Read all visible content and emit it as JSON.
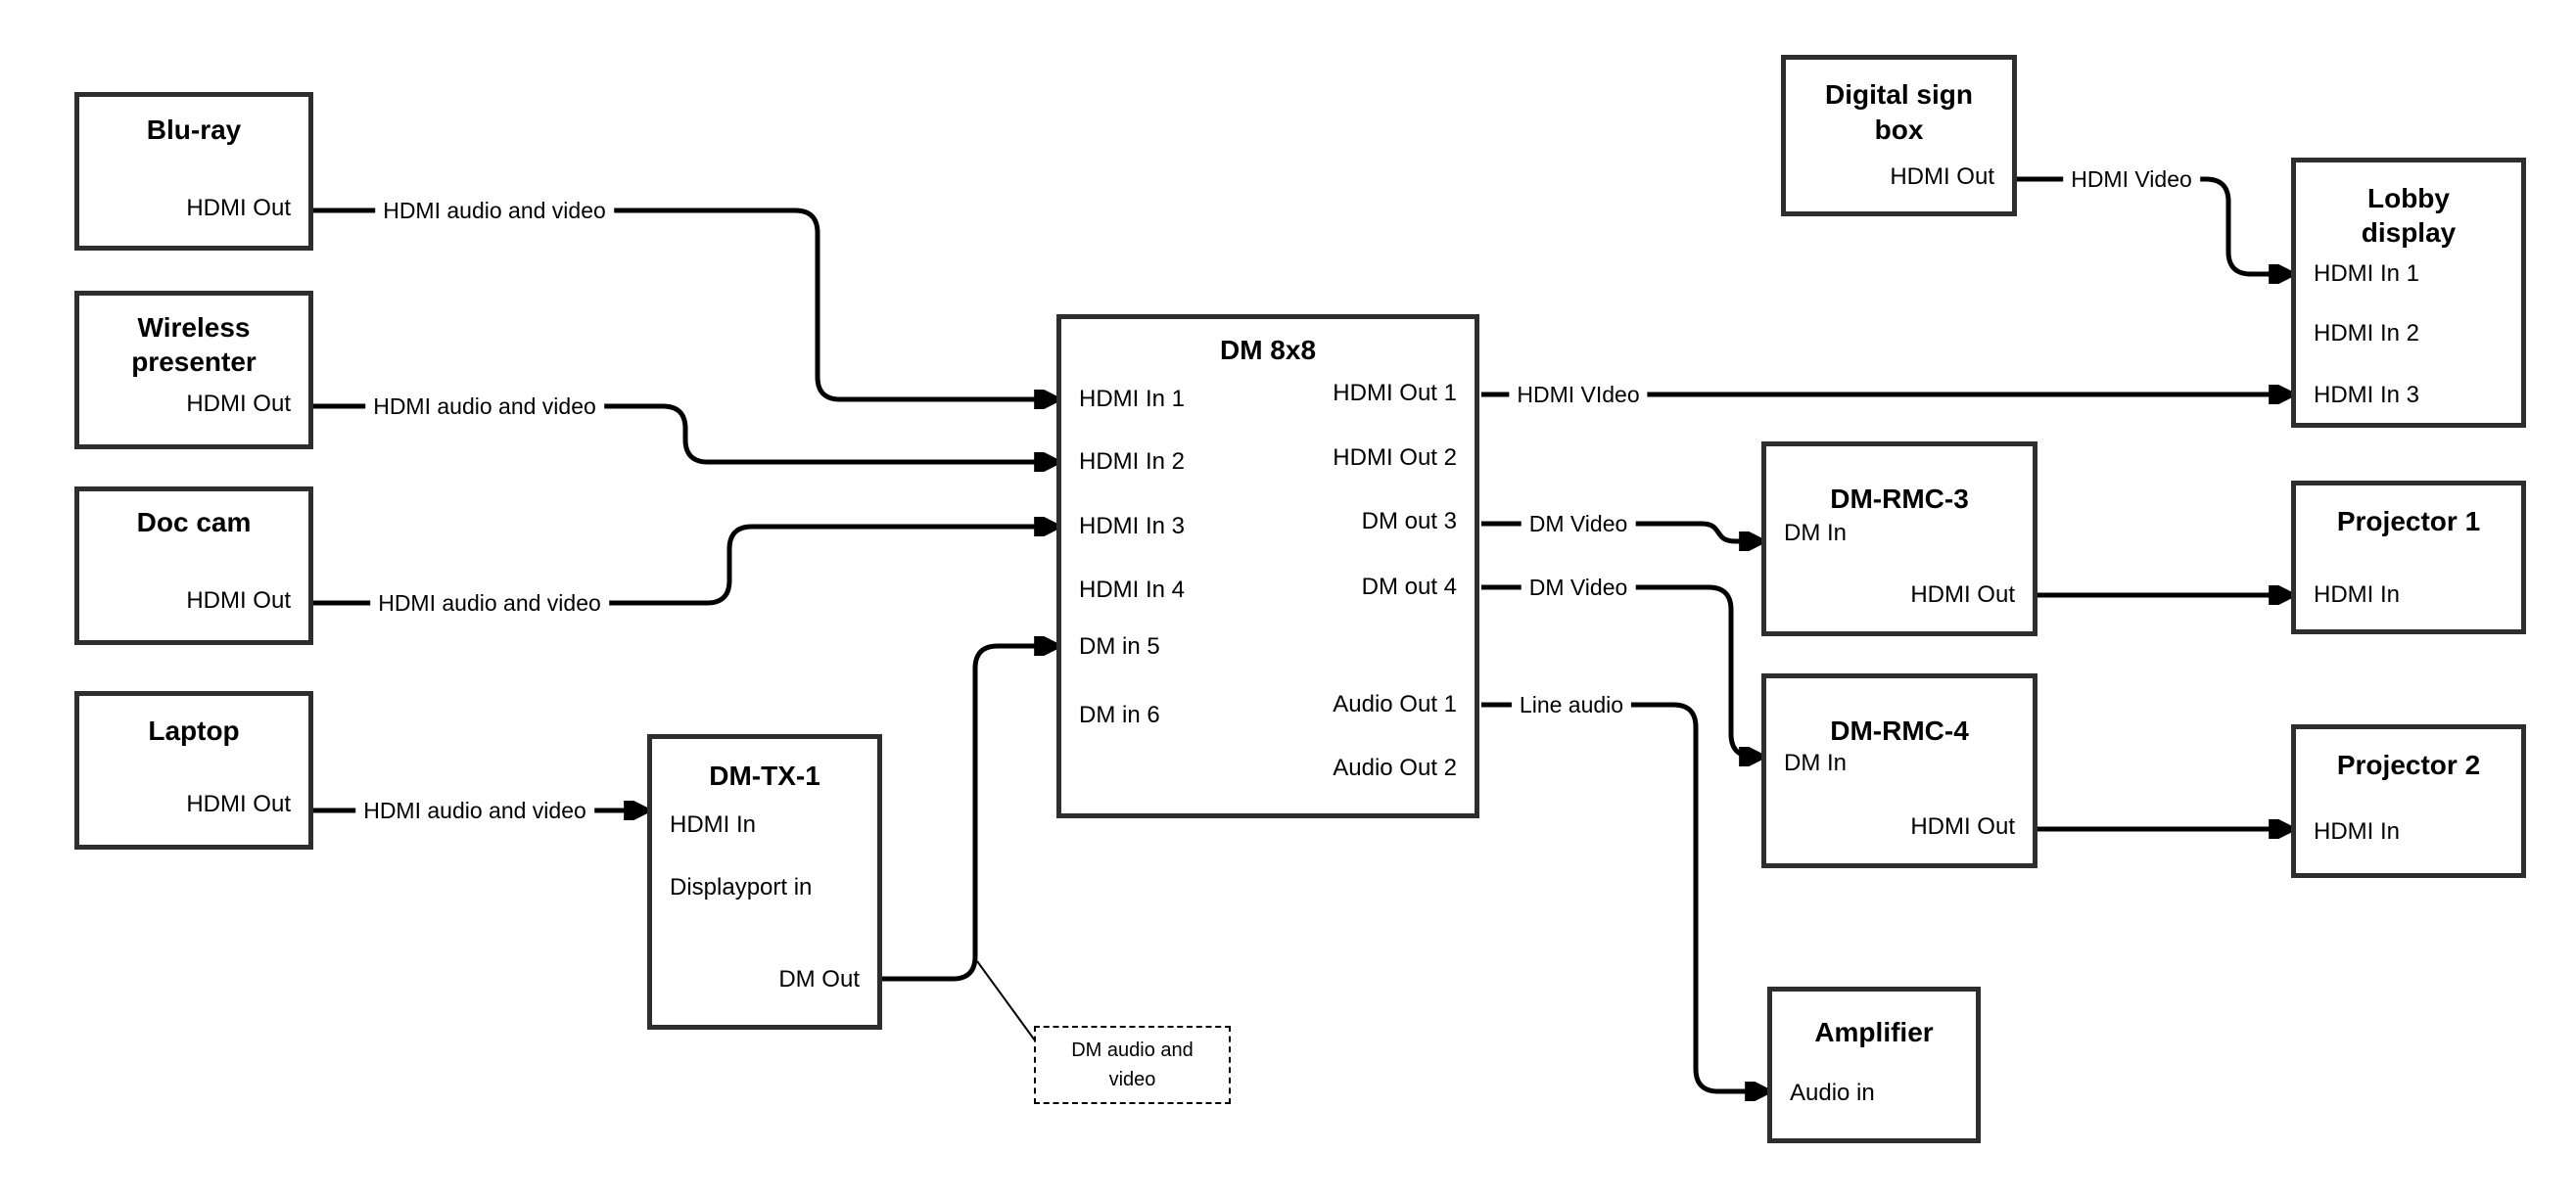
{
  "nodes": {
    "blu_ray": {
      "title": "Blu-ray",
      "ports": {
        "hdmi_out": "HDMI Out"
      }
    },
    "wireless_presenter": {
      "title": "Wireless\npresenter",
      "ports": {
        "hdmi_out": "HDMI Out"
      }
    },
    "doc_cam": {
      "title": "Doc cam",
      "ports": {
        "hdmi_out": "HDMI Out"
      }
    },
    "laptop": {
      "title": "Laptop",
      "ports": {
        "hdmi_out": "HDMI Out"
      }
    },
    "dm_tx_1": {
      "title": "DM-TX-1",
      "ports": {
        "hdmi_in": "HDMI In",
        "displayport_in": "Displayport in",
        "dm_out": "DM Out"
      }
    },
    "dm_8x8": {
      "title": "DM 8x8",
      "ports": {
        "hdmi_in_1": "HDMI In 1",
        "hdmi_in_2": "HDMI In 2",
        "hdmi_in_3": "HDMI In 3",
        "hdmi_in_4": "HDMI In 4",
        "dm_in_5": "DM in 5",
        "dm_in_6": "DM in 6",
        "hdmi_out_1": "HDMI Out 1",
        "hdmi_out_2": "HDMI Out 2",
        "dm_out_3": "DM out 3",
        "dm_out_4": "DM out 4",
        "audio_out_1": "Audio Out 1",
        "audio_out_2": "Audio Out 2"
      }
    },
    "digital_sign_box": {
      "title": "Digital sign\nbox",
      "ports": {
        "hdmi_out": "HDMI Out"
      }
    },
    "lobby_display": {
      "title": "Lobby\ndisplay",
      "ports": {
        "hdmi_in_1": "HDMI In 1",
        "hdmi_in_2": "HDMI In 2",
        "hdmi_in_3": "HDMI In 3"
      }
    },
    "dm_rmc_3": {
      "title": "DM-RMC-3",
      "ports": {
        "dm_in": "DM In",
        "hdmi_out": "HDMI Out"
      }
    },
    "dm_rmc_4": {
      "title": "DM-RMC-4",
      "ports": {
        "dm_in": "DM In",
        "hdmi_out": "HDMI Out"
      }
    },
    "projector_1": {
      "title": "Projector 1",
      "ports": {
        "hdmi_in": "HDMI In"
      }
    },
    "projector_2": {
      "title": "Projector 2",
      "ports": {
        "hdmi_in": "HDMI In"
      }
    },
    "amplifier": {
      "title": "Amplifier",
      "ports": {
        "audio_in": "Audio in"
      }
    }
  },
  "edges": {
    "blu_ray_to_dm8x8": "HDMI audio and video",
    "wireless_to_dm8x8": "HDMI audio and video",
    "doc_cam_to_dm8x8": "HDMI audio and video",
    "laptop_to_dm_tx_1": "HDMI audio and video",
    "dm8x8_hdmi_out1_to_lobby": "HDMI VIdeo",
    "digital_sign_to_lobby": "HDMI Video",
    "dm8x8_dm_out3_to_rmc3": "DM Video",
    "dm8x8_dm_out4_to_rmc4": "DM Video",
    "dm8x8_audio_out1_to_amplifier": "Line audio"
  },
  "note": {
    "text": "DM audio and\nvideo"
  },
  "colors": {
    "wire": "#000000",
    "box_border": "#2e2e2e",
    "text": "#000000",
    "background": "#ffffff"
  }
}
